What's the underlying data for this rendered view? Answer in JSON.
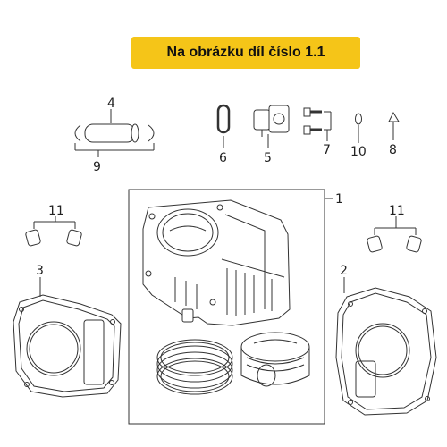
{
  "banner": {
    "text": "Na obrázku díl číslo 1.1",
    "color": "#f5c518"
  },
  "callouts": {
    "c1": "1",
    "c2": "2",
    "c3": "3",
    "c4": "4",
    "c5": "5",
    "c6": "6",
    "c7": "7",
    "c8": "8",
    "c9": "9",
    "c10": "10",
    "c11_left": "11",
    "c11_right": "11"
  },
  "parts": [
    {
      "id": "1",
      "icon": "cylinder-block-assembly-icon"
    },
    {
      "id": "2",
      "icon": "gasket-icon"
    },
    {
      "id": "3",
      "icon": "gasket-icon"
    },
    {
      "id": "4",
      "icon": "piston-pin-icon"
    },
    {
      "id": "5",
      "icon": "tensioner-icon"
    },
    {
      "id": "6",
      "icon": "o-ring-icon"
    },
    {
      "id": "7",
      "icon": "bolt-icon"
    },
    {
      "id": "8",
      "icon": "cap-icon"
    },
    {
      "id": "9",
      "icon": "circlip-icon"
    },
    {
      "id": "10",
      "icon": "washer-icon"
    },
    {
      "id": "11",
      "icon": "dowel-pin-icon"
    }
  ]
}
